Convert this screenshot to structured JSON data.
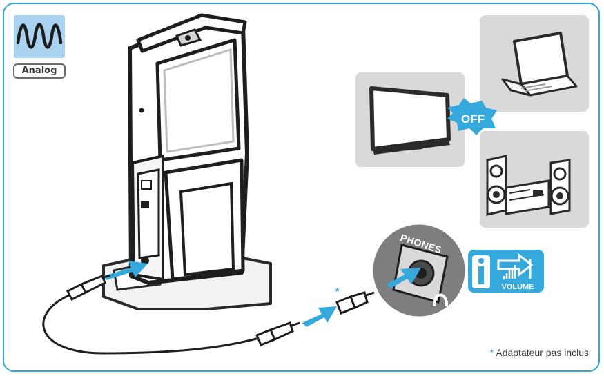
{
  "badge": {
    "label": "Analog"
  },
  "jack_label": "PHONES",
  "volume_label": "VOLUME",
  "off_label": "OFF",
  "footnote": {
    "marker": "*",
    "text": "Adaptateur pas inclus"
  },
  "adapter_marker": "*",
  "colors": {
    "accent_blue": "#35a8dc",
    "panel_grey": "#d9d9d9",
    "badge_blue": "#a9d3ee"
  },
  "devices": [
    "tv-icon",
    "laptop-icon",
    "hifi-stereo-icon"
  ]
}
